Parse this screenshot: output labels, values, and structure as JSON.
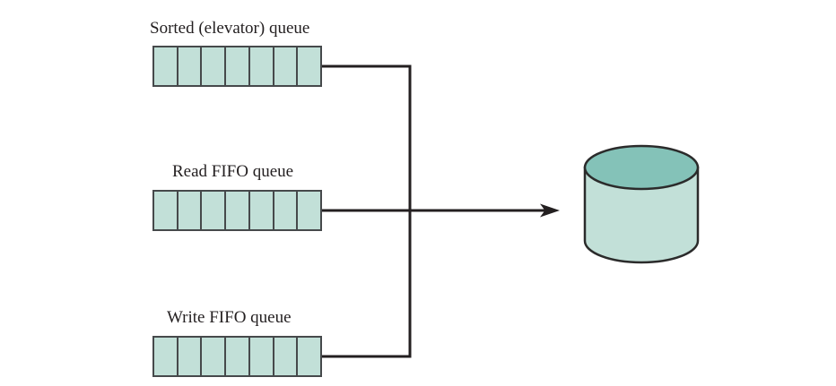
{
  "diagram": {
    "queues": [
      {
        "id": "sorted-elevator",
        "label": "Sorted (elevator) queue",
        "cells": 7
      },
      {
        "id": "read-fifo",
        "label": "Read FIFO queue",
        "cells": 7
      },
      {
        "id": "write-fifo",
        "label": "Write FIFO queue",
        "cells": 7
      }
    ],
    "disk": {
      "icon": "disk-cylinder"
    },
    "colors": {
      "background": "#ffffff",
      "queue_cell_fill": "#c2e0d8",
      "queue_border": "#46494b",
      "cylinder_side_fill": "#c2e0d8",
      "cylinder_top_fill": "#84c2b8",
      "outline": "#2b2b2b",
      "connector": "#231f20",
      "text": "#231f20"
    }
  }
}
